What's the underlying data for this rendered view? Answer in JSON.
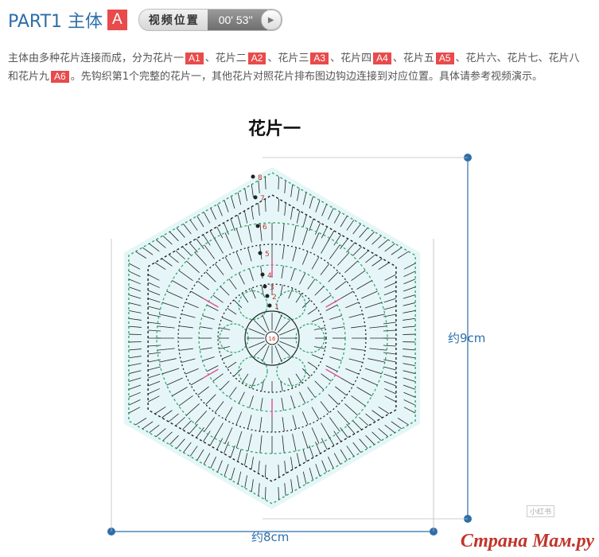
{
  "header": {
    "part_title": "PART1 主体",
    "part_badge": "A",
    "video_label": "视频位置",
    "video_time": "00' 53''"
  },
  "description": {
    "intro": "主体由多种花片连接而成，分为花片一",
    "chips": [
      "A1",
      "A2",
      "A3",
      "A4",
      "A5",
      "A6"
    ],
    "seg1": "、花片二",
    "seg2": "、花片三",
    "seg3": "、花片四",
    "seg4": "、花片五",
    "seg5": "、花片六、花片七、花片八和花片九",
    "tail": "。先钩织第1个完整的花片一，其他花片对照花片排布图边钩边连接到对应位置。具体请参考视频演示。"
  },
  "diagram": {
    "title": "花片一",
    "width_label": "约8cm",
    "height_label": "约9cm",
    "center_label": "16",
    "round_numbers": [
      "8",
      "7",
      "6",
      "5",
      "4",
      "3",
      "2",
      "1"
    ],
    "colors": {
      "blue": "#2e6fa8",
      "green": "#3aa66e",
      "black": "#222222",
      "pink": "#e0559b",
      "hex_fill": "#e6f6f8"
    }
  },
  "watermark": {
    "text": "Страна Мам.ру",
    "small": "小红书"
  }
}
